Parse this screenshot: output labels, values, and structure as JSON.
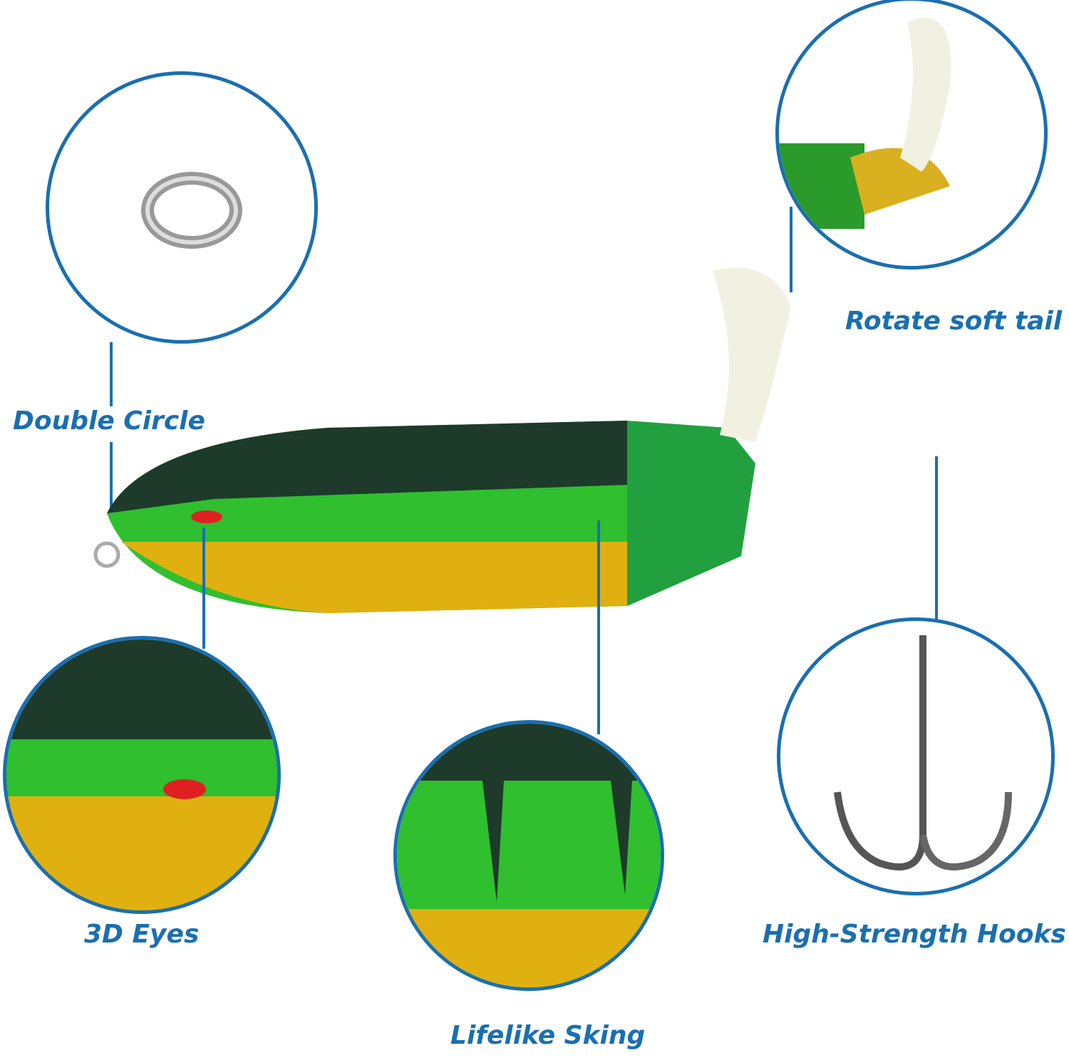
{
  "image": {
    "subject": "fishing lure product feature diagram",
    "accent_color": "#1a6fb0"
  },
  "callouts": [
    {
      "id": "double-circle",
      "label": "Double Circle"
    },
    {
      "id": "rotate-soft-tail",
      "label": "Rotate soft tail"
    },
    {
      "id": "3d-eyes",
      "label": "3D Eyes"
    },
    {
      "id": "lifelike-sking",
      "label": "Lifelike Sking"
    },
    {
      "id": "high-strength-hooks",
      "label": "High-Strength Hooks"
    }
  ]
}
